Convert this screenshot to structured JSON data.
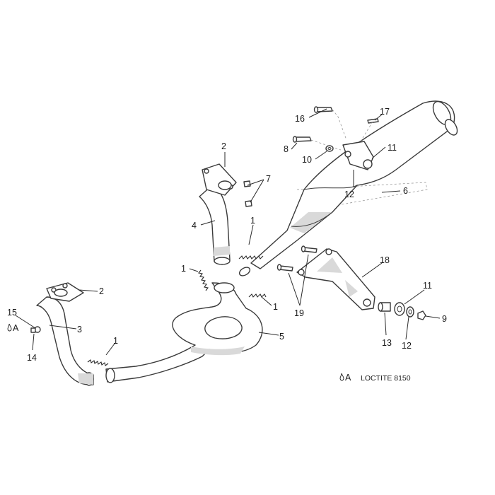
{
  "callouts": {
    "c1a": "1",
    "c1b": "1",
    "c1c": "1",
    "c1d": "1",
    "c2a": "2",
    "c2b": "2",
    "c3": "3",
    "c4": "4",
    "c5": "5",
    "c6": "6",
    "c7": "7",
    "c8": "8",
    "c9": "9",
    "c10": "10",
    "c11a": "11",
    "c11b": "11",
    "c12a": "12",
    "c12b": "12",
    "c13": "13",
    "c14": "14",
    "c15": "15",
    "c16": "16",
    "c17": "17",
    "c18": "18",
    "c19": "19",
    "cA": "A"
  },
  "legend": {
    "symbol": "A",
    "text": "LOCTITE 8150"
  }
}
